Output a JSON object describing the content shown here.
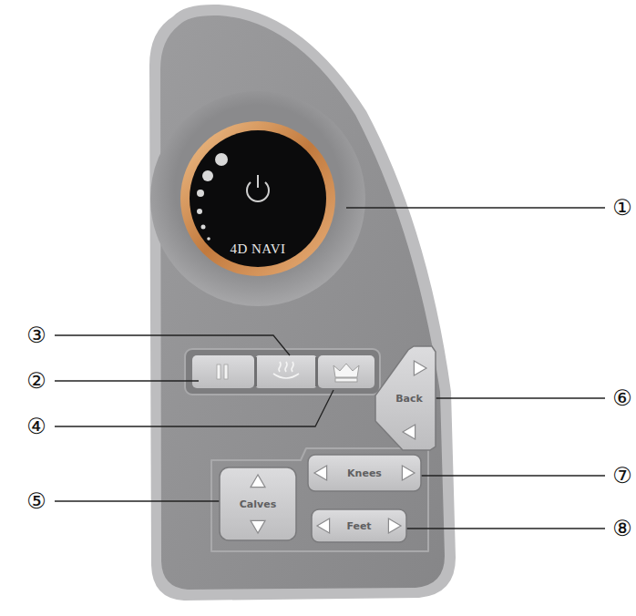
{
  "diagram": {
    "nodes": [
      {
        "text": [
          "4D NAVI"
        ]
      },
      {
        "text": [
          "Back"
        ]
      },
      {
        "text": [
          "Knees"
        ]
      },
      {
        "text": [
          "Calves"
        ]
      },
      {
        "text": [
          "Feet"
        ]
      }
    ],
    "labels": [
      "①",
      "②",
      "③",
      "④",
      "⑤",
      "⑥",
      "⑦",
      "⑧"
    ]
  }
}
